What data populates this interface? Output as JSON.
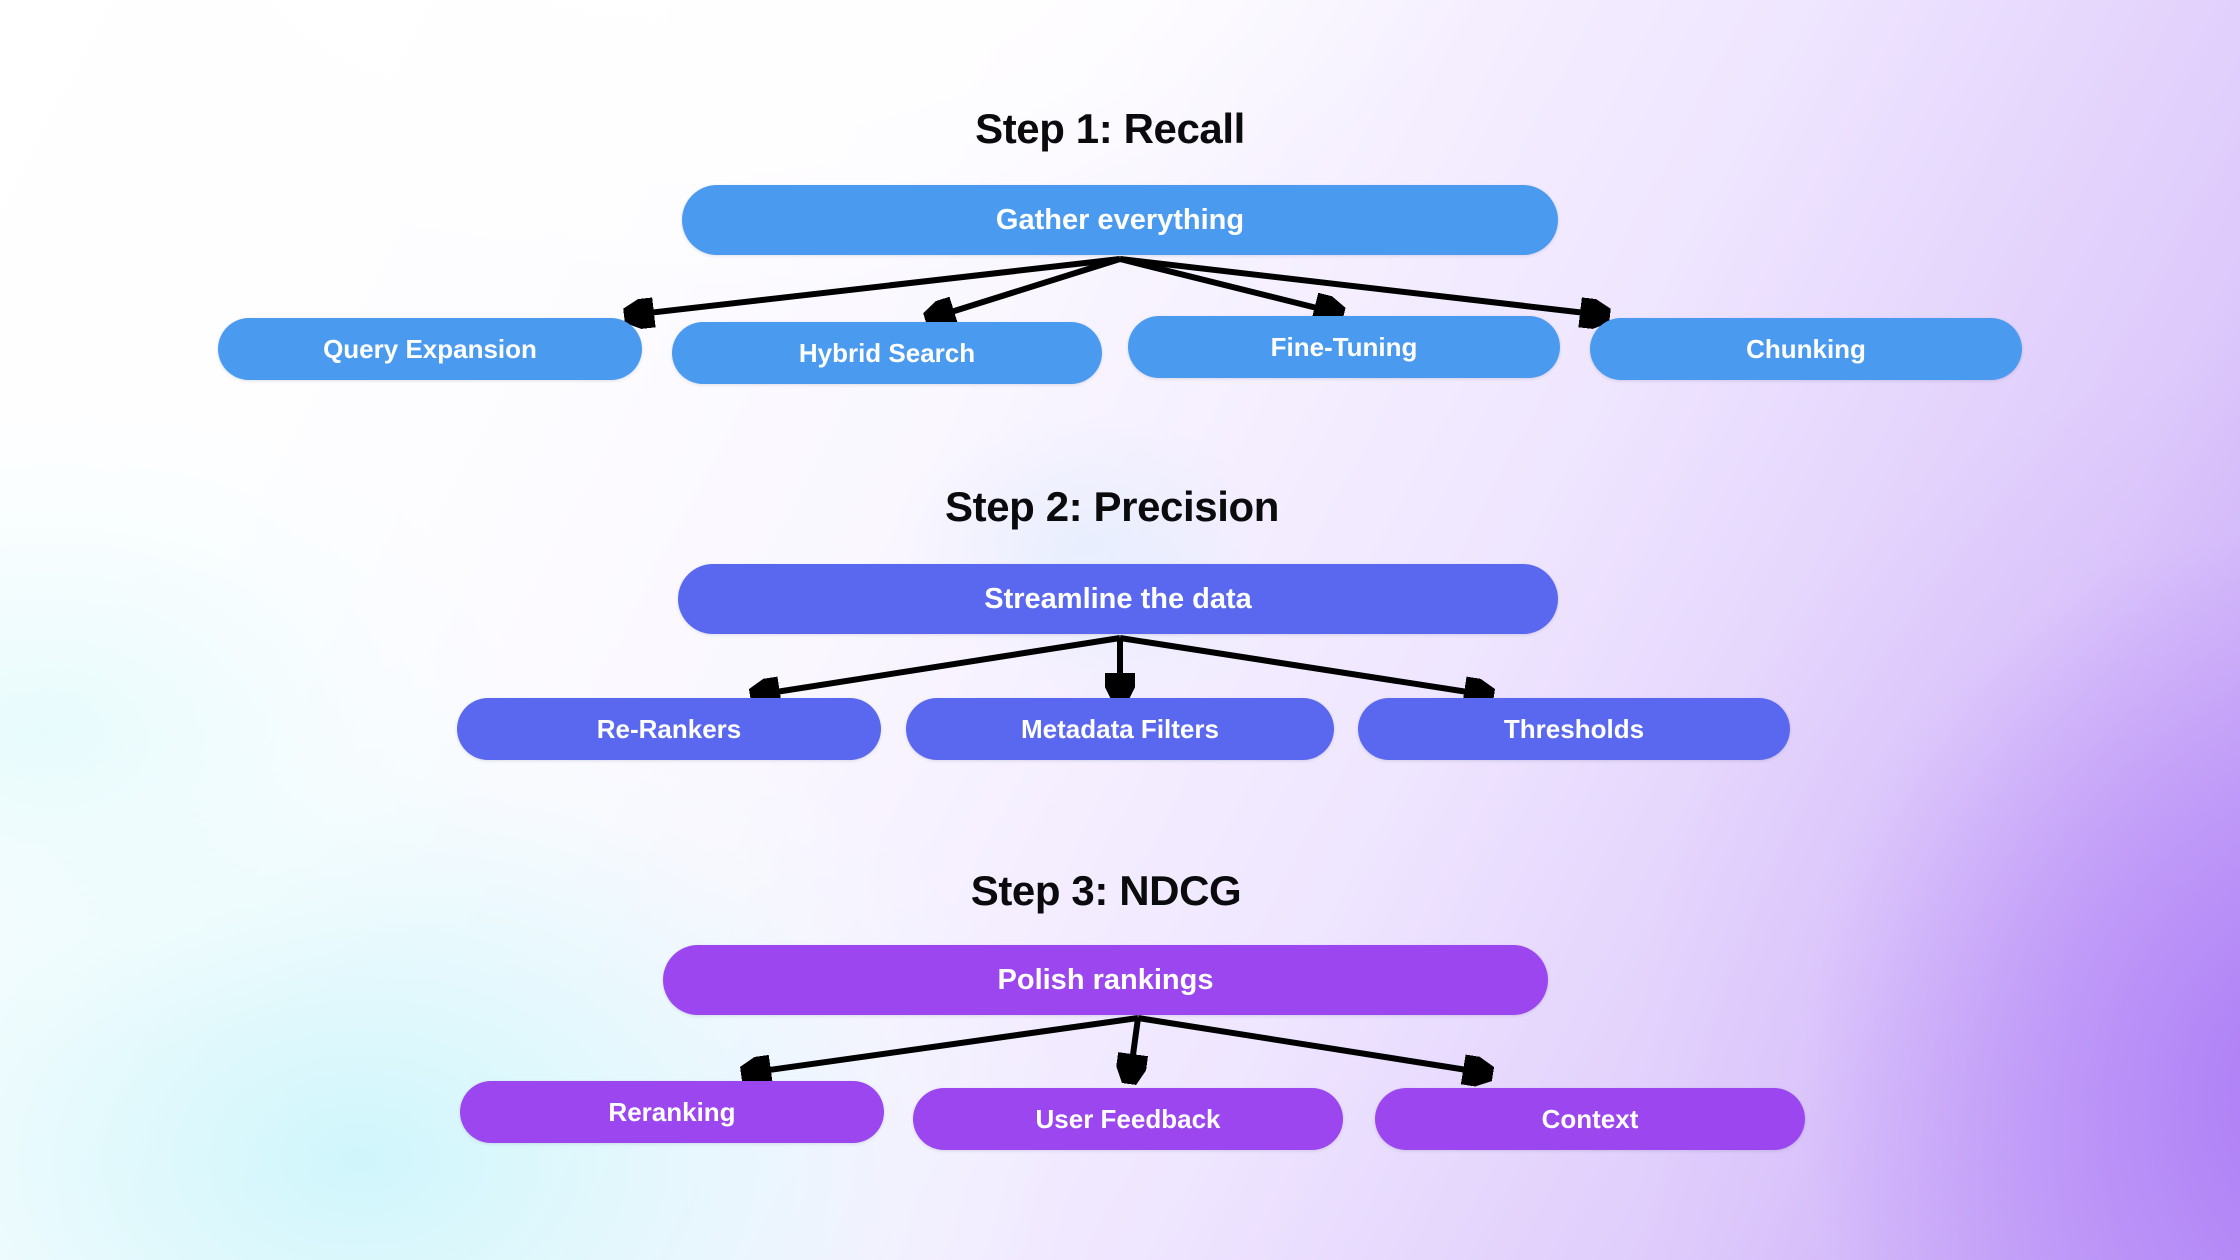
{
  "theme": {
    "recall_color": "#4a9bf0",
    "precision_color": "#5a68ef",
    "ndcg_color": "#9b46ef",
    "arrow_color": "#000000",
    "title_color": "#0b0b0d",
    "node_text_color": "#ffffff",
    "background_from": "#ffffff",
    "background_cyan": "#cdf6fb",
    "background_to": "#bb95f5"
  },
  "steps": [
    {
      "id": "step-1",
      "title": "Step 1: Recall",
      "parent": "Gather everything",
      "children": [
        "Query Expansion",
        "Hybrid Search",
        "Fine-Tuning",
        "Chunking"
      ]
    },
    {
      "id": "step-2",
      "title": "Step 2: Precision",
      "parent": "Streamline the data",
      "children": [
        "Re-Rankers",
        "Metadata Filters",
        "Thresholds"
      ]
    },
    {
      "id": "step-3",
      "title": "Step 3: NDCG",
      "parent": "Polish rankings",
      "children": [
        "Reranking",
        "User Feedback",
        "Context"
      ]
    }
  ]
}
